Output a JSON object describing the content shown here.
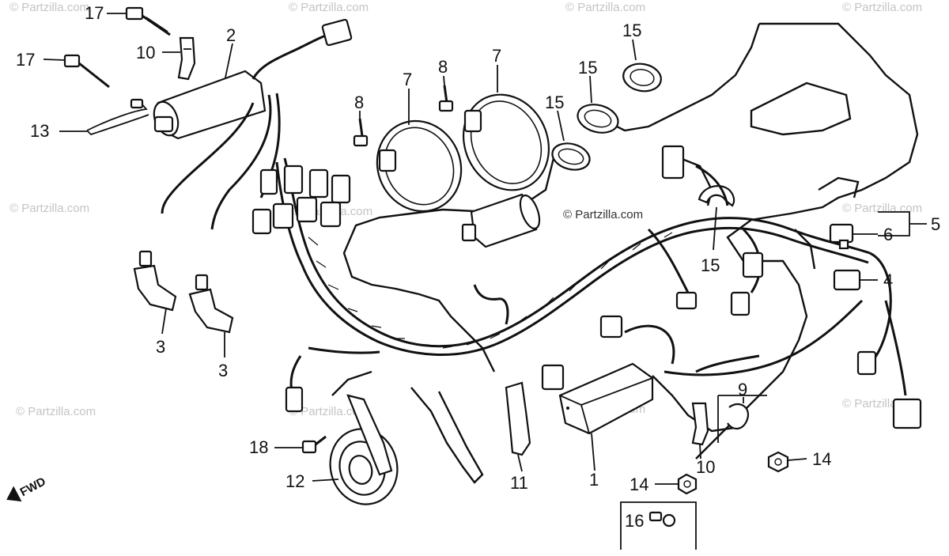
{
  "watermark": {
    "text": "© Partzilla.com",
    "center_text": "© Partzilla.com"
  },
  "fwd_label": "FWD",
  "callouts": [
    {
      "id": "c17a",
      "num": "17"
    },
    {
      "id": "c10a",
      "num": "10"
    },
    {
      "id": "c2",
      "num": "2"
    },
    {
      "id": "c17b",
      "num": "17"
    },
    {
      "id": "c13",
      "num": "13"
    },
    {
      "id": "c3a",
      "num": "3"
    },
    {
      "id": "c3b",
      "num": "3"
    },
    {
      "id": "c8a",
      "num": "8"
    },
    {
      "id": "c7a",
      "num": "7"
    },
    {
      "id": "c8b",
      "num": "8"
    },
    {
      "id": "c7b",
      "num": "7"
    },
    {
      "id": "c15a",
      "num": "15"
    },
    {
      "id": "c15b",
      "num": "15"
    },
    {
      "id": "c15c",
      "num": "15"
    },
    {
      "id": "c15d",
      "num": "15"
    },
    {
      "id": "c5",
      "num": "5"
    },
    {
      "id": "c6",
      "num": "6"
    },
    {
      "id": "c4",
      "num": "4"
    },
    {
      "id": "c9",
      "num": "9"
    },
    {
      "id": "c10b",
      "num": "10"
    },
    {
      "id": "c14a",
      "num": "14"
    },
    {
      "id": "c14b",
      "num": "14"
    },
    {
      "id": "c1",
      "num": "1"
    },
    {
      "id": "c11",
      "num": "11"
    },
    {
      "id": "c12",
      "num": "12"
    },
    {
      "id": "c18",
      "num": "18"
    },
    {
      "id": "c16",
      "num": "16"
    }
  ]
}
